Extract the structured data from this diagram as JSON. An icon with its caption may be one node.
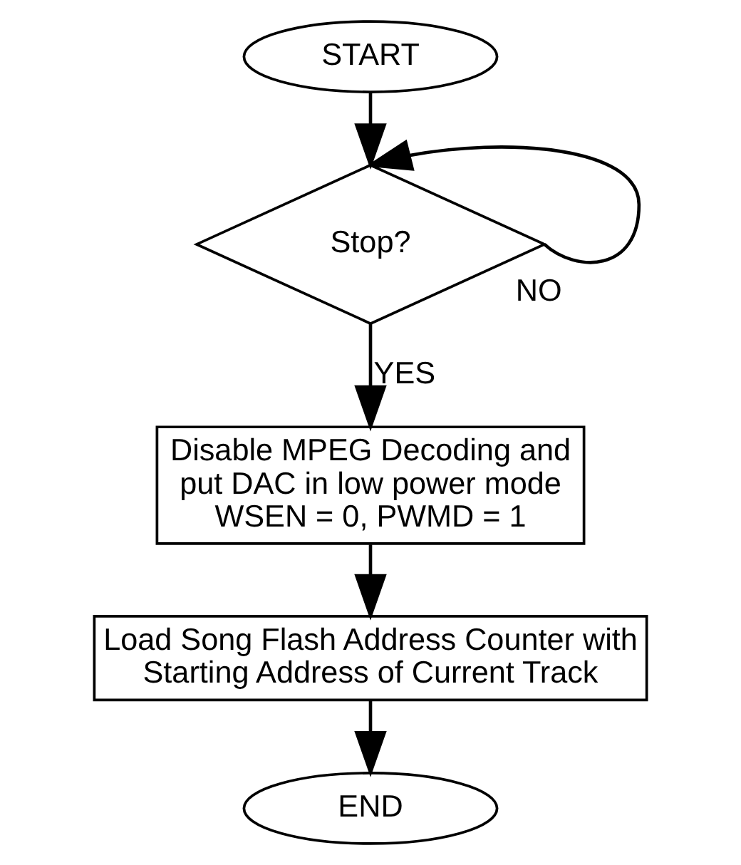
{
  "diagram": {
    "nodes": [
      {
        "text": [
          "START"
        ]
      },
      {
        "text": [
          "Stop?"
        ]
      },
      {
        "text": [
          "Disable MPEG Decoding and put DAC in low power mode WSEN = 0, PWMD = 1"
        ]
      },
      {
        "text": [
          "Load Song Flash Address Counter with Starting Address of Current Track"
        ]
      },
      {
        "text": [
          "END"
        ]
      }
    ],
    "edges": [
      {
        "from": 0,
        "to": 1,
        "arrow": "to"
      },
      {
        "from": 1,
        "to": 1,
        "arrow": "to",
        "label": "NO"
      },
      {
        "from": 1,
        "to": 2,
        "arrow": "to",
        "label": "YES"
      },
      {
        "from": 2,
        "to": 3,
        "arrow": "to"
      },
      {
        "from": 3,
        "to": 4,
        "arrow": "to"
      }
    ]
  }
}
